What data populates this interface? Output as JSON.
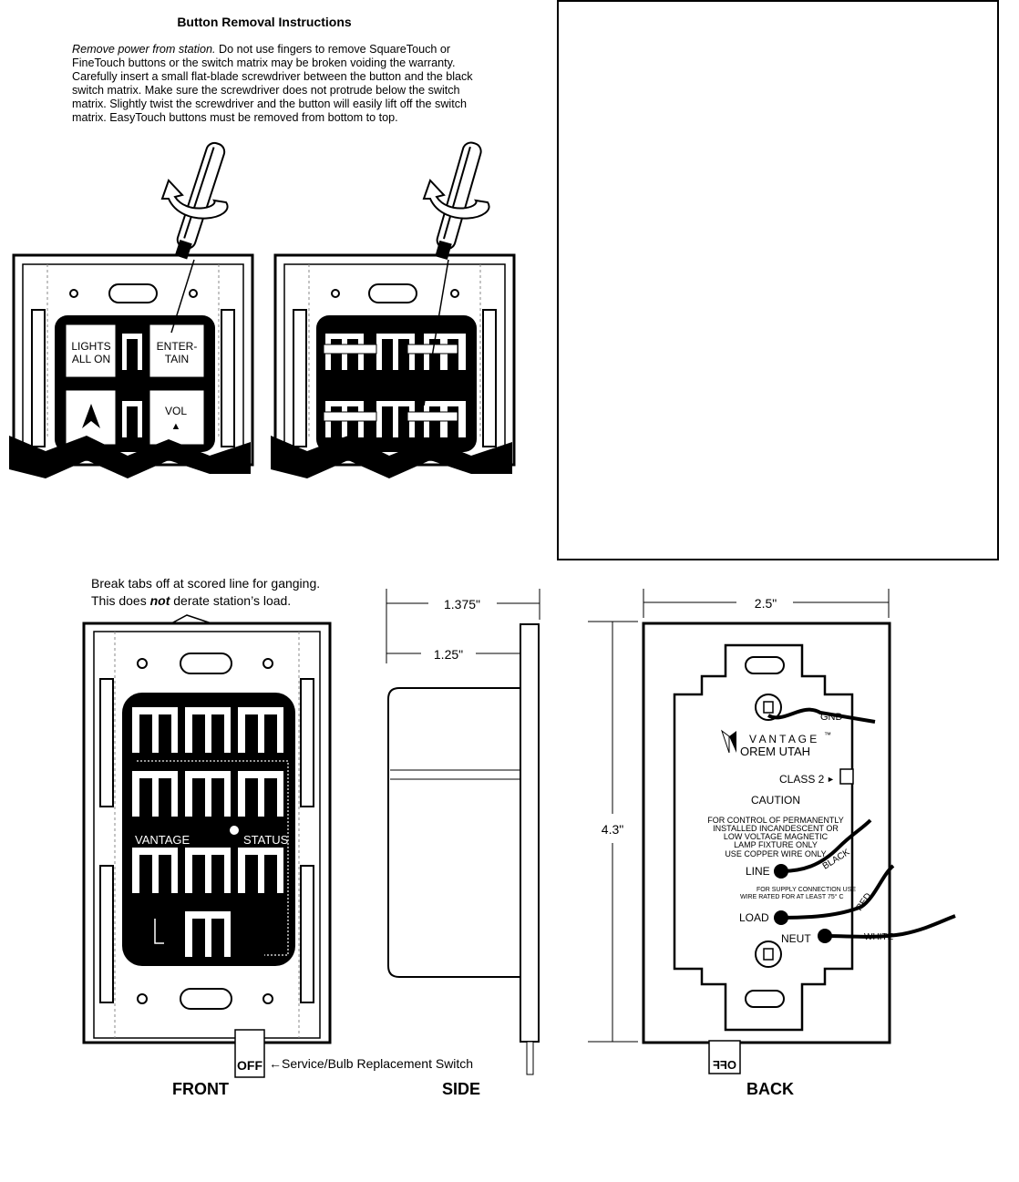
{
  "instructions": {
    "title": "Button Removal Instructions",
    "lead": "Remove power from station.",
    "body": " Do not use fingers to remove SquareTouch or FineTouch buttons or the switch matrix may be broken voiding the warranty. Carefully insert a small flat-blade screwdriver between the button and the black switch matrix.  Make sure the screwdriver does not protrude below the switch matrix. Slightly twist the screwdriver and the button will easily lift off the switch matrix.  EasyTouch buttons must be removed from bottom to top."
  },
  "buttons": {
    "lights_line1": "LIGHTS",
    "lights_line2": "ALL ON",
    "enter_line1": "ENTER-",
    "enter_line2": "TAIN",
    "vol": "VOL",
    "vol_arrow": "▲"
  },
  "front": {
    "note_line1": "Break tabs off at scored line for ganging.",
    "note_line2_pre": "This does ",
    "note_line2_emph": "not",
    "note_line2_post": " derate station’s load.",
    "vantage": "VANTAGE",
    "status": "STATUS",
    "off": "OFF",
    "service": "←Service/Bulb Replacement Switch",
    "label": "FRONT"
  },
  "side": {
    "dim_outer": "1.375\"",
    "dim_inner": "1.25\"",
    "label": "SIDE"
  },
  "back": {
    "dim_width": "2.5\"",
    "dim_height": "4.3\"",
    "gnd": "GND",
    "brand": "V A N T A G E",
    "tm": "™",
    "location": "OREM UTAH",
    "class2": "CLASS 2",
    "class2_arrow": "►",
    "caution": "CAUTION",
    "caution_l1": "FOR CONTROL OF PERMANENTLY",
    "caution_l2": "INSTALLED INCANDESCENT OR",
    "caution_l3": "LOW VOLTAGE MAGNETIC",
    "caution_l4": "LAMP FIXTURE ONLY",
    "caution_l5": "USE COPPER WIRE ONLY",
    "line": "LINE",
    "black": "BLACK",
    "supply_l1": "FOR SUPPLY CONNECTION USE",
    "supply_l2": "WIRE RATED FOR AT LEAST 75° C",
    "load": "LOAD",
    "red": "RED",
    "neut": "NEUT",
    "white": "WHITE",
    "off_mirrored": "OFF",
    "label": "BACK"
  }
}
